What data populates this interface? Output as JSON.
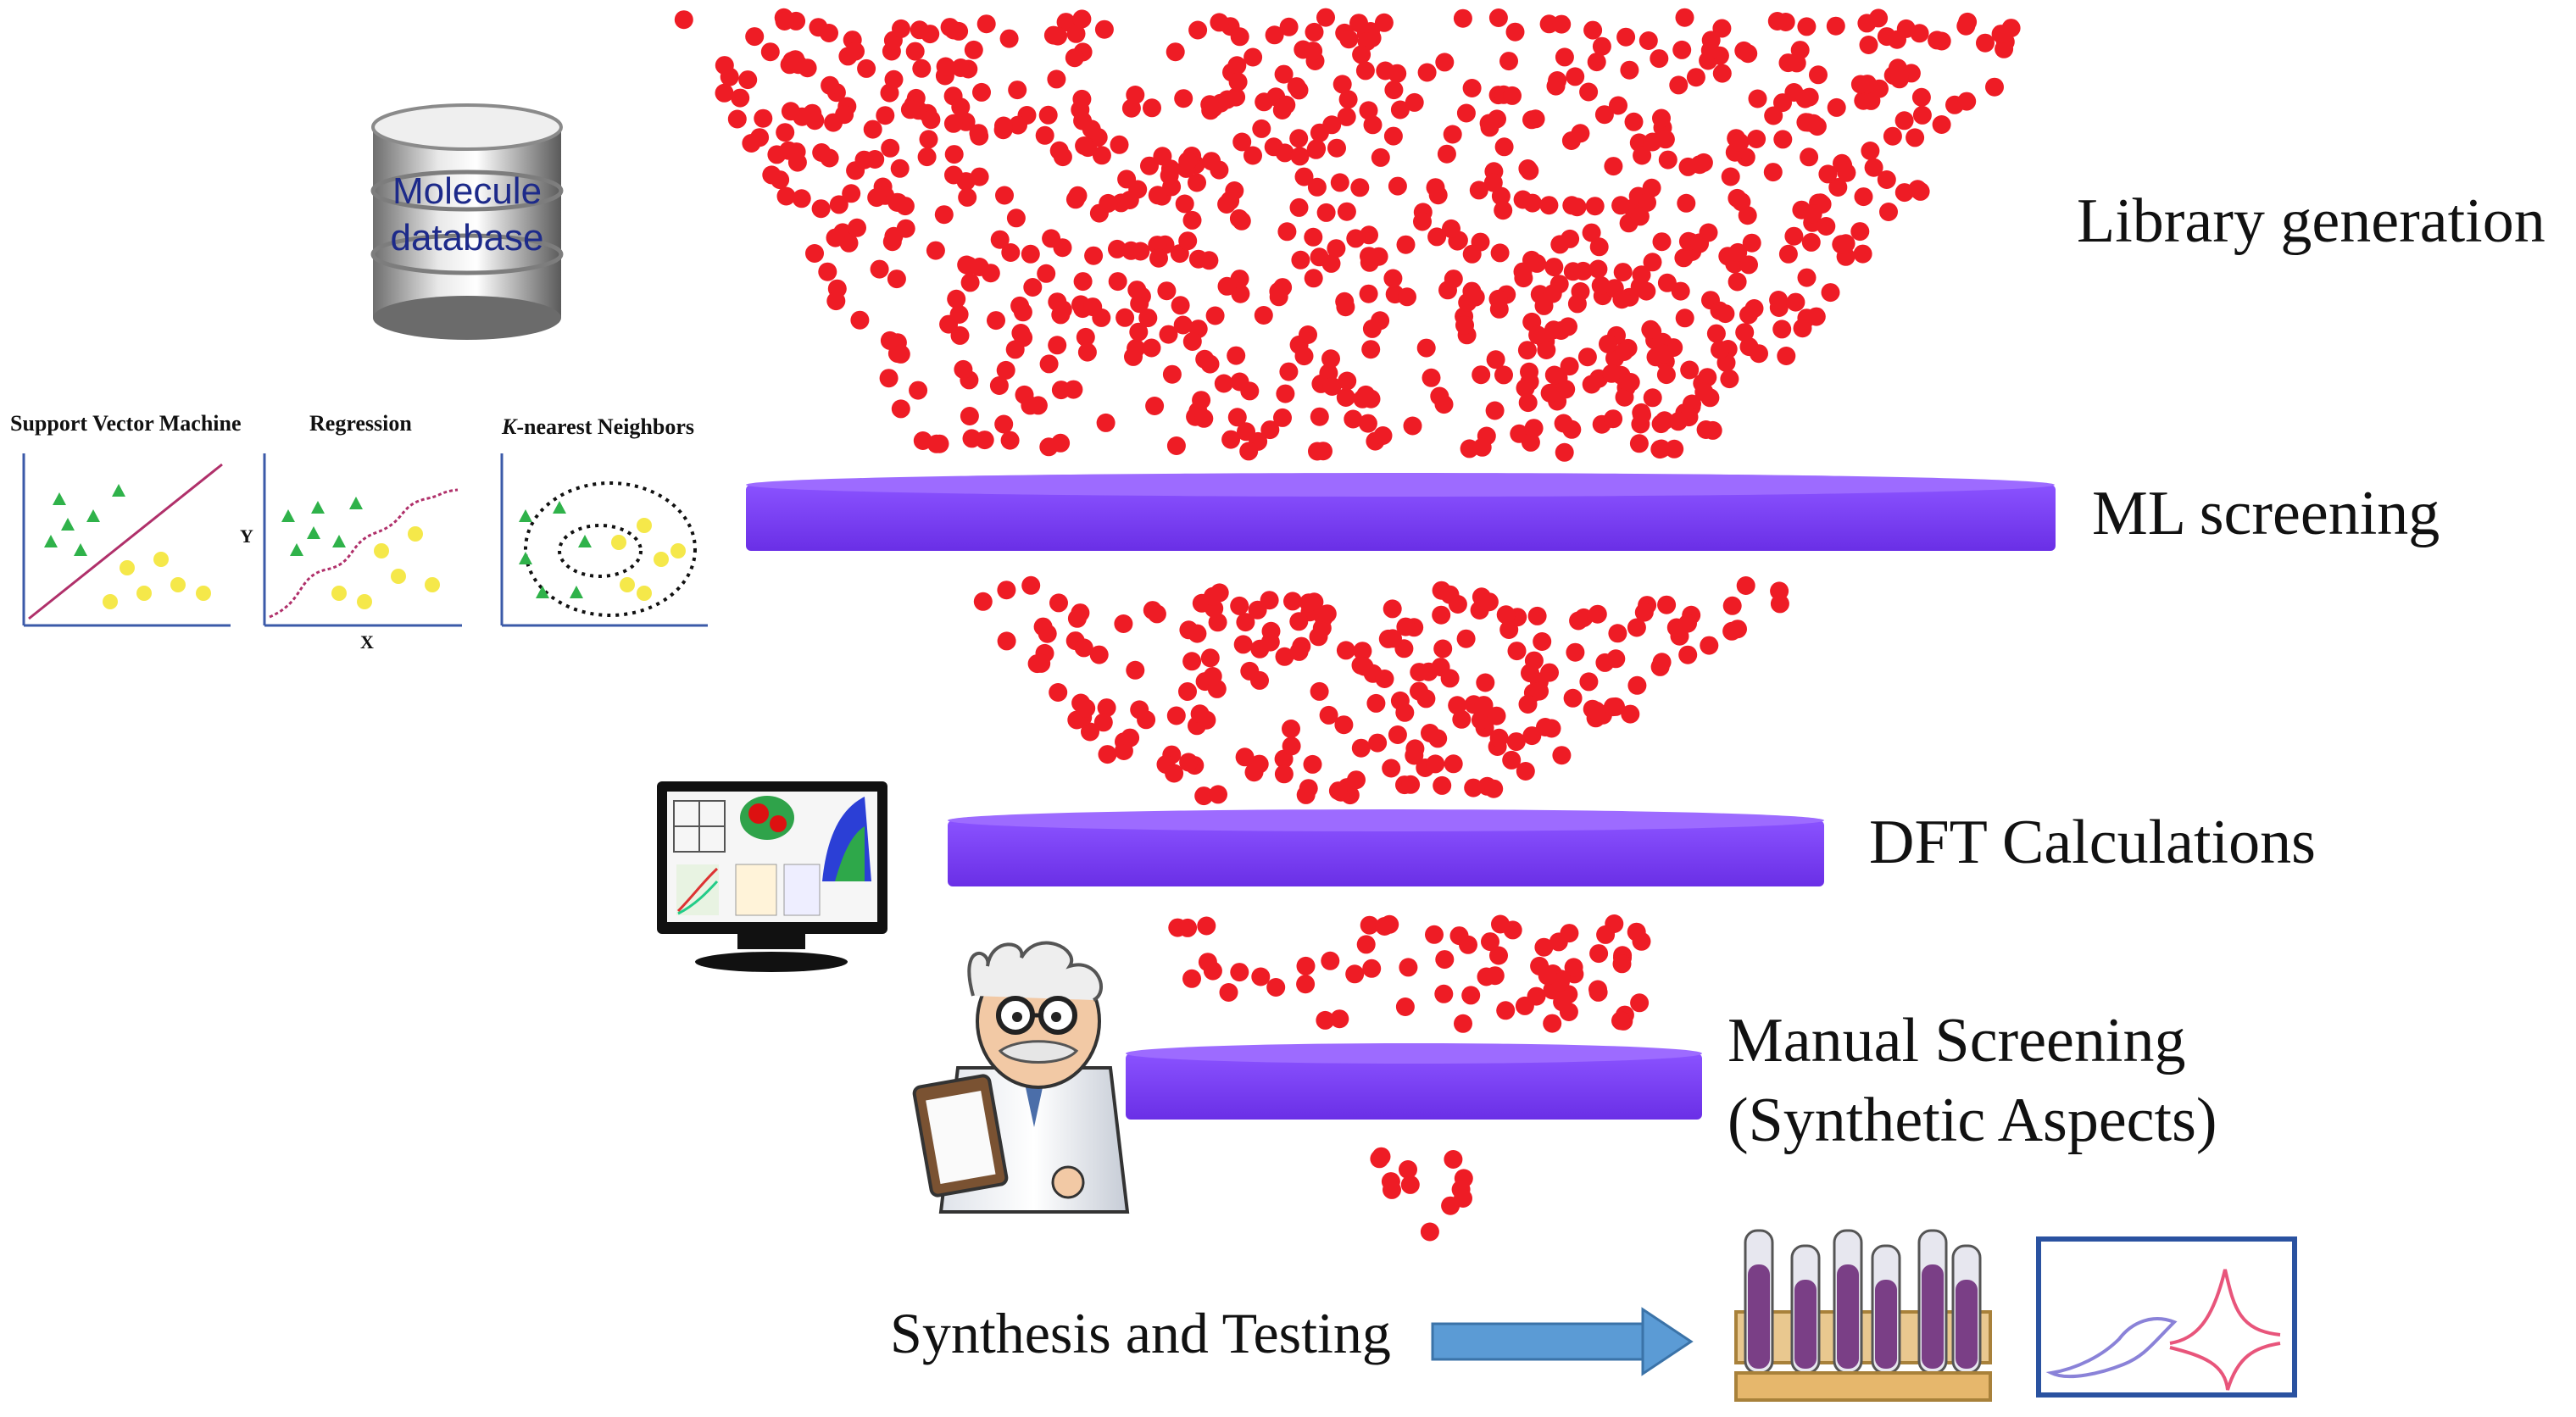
{
  "stages": {
    "library_generation": "Library generation",
    "ml_screening": "ML screening",
    "dft_calculations": "DFT Calculations",
    "manual_screening_line1": "Manual Screening",
    "manual_screening_line2": "(Synthetic Aspects)",
    "synthesis_testing": "Synthesis and Testing"
  },
  "database": {
    "line1": "Molecule",
    "line2": "database"
  },
  "ml_models": {
    "svm": "Support Vector Machine",
    "regression": "Regression",
    "knn_italic": "K",
    "knn_rest": "-nearest Neighbors",
    "axis_y": "Y",
    "axis_x": "X"
  },
  "colors": {
    "dot": "#ee1c25",
    "filter": "#7b3ff2",
    "filter_top": "#9d6bff",
    "arrow": "#5b9bd5",
    "tube_liquid": "#7a3f86",
    "triangle": "#2fb24a",
    "yellow_dot": "#f5e84a"
  }
}
